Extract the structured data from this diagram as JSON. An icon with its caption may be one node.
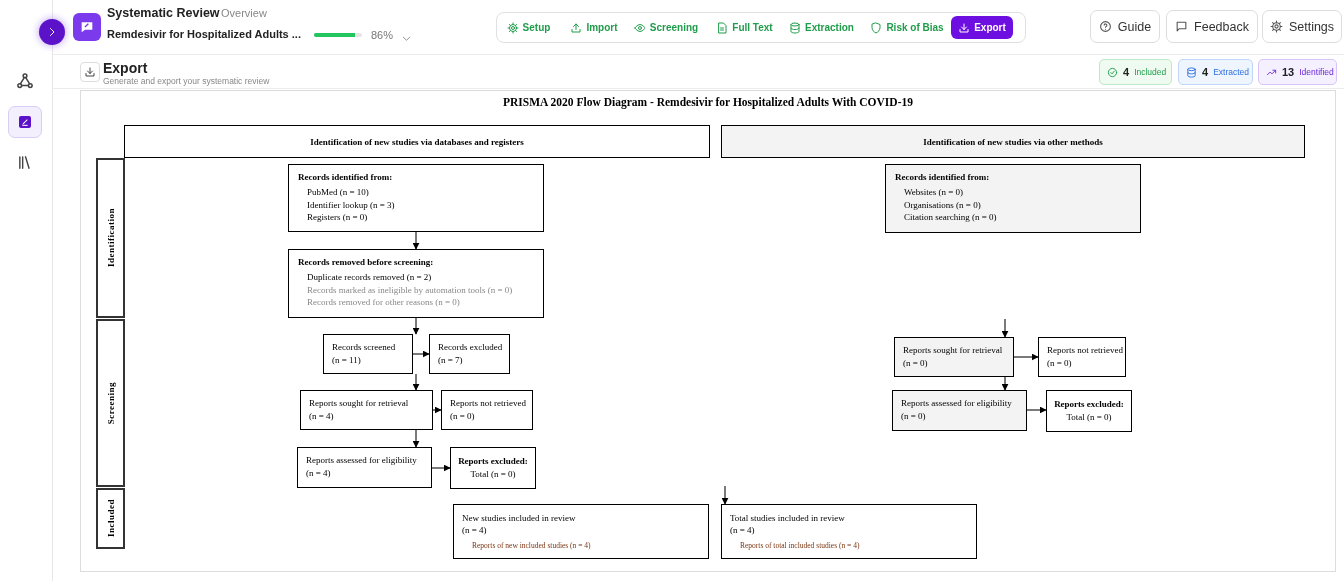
{
  "diagram": {
    "title": "PRISMA 2020 Flow Diagram - Remdesivir for Hospitalized Adults With COVID-19",
    "nodes": [
      {
        "text": [
          "Identification of new studies via databases and registers"
        ]
      },
      {
        "text": [
          "Identification of new studies via other methods"
        ]
      },
      {
        "text": [
          "Identification"
        ]
      },
      {
        "text": [
          "Screening"
        ]
      },
      {
        "text": [
          "Included"
        ]
      },
      {
        "text": [
          "Records identified from:",
          "PubMed (n = 10)",
          "Identifier lookup (n = 3)",
          "Registers (n = 0)"
        ]
      },
      {
        "text": [
          "Records identified from:",
          "Websites (n = 0)",
          "Organisations (n = 0)",
          "Citation searching (n = 0)"
        ]
      },
      {
        "text": [
          "Records removed before screening:",
          "Duplicate records removed (n = 2)",
          "Records marked as ineligible by automation tools (n = 0)",
          "Records removed for other reasons (n = 0)"
        ]
      },
      {
        "text": [
          "Records screened (n = 11)"
        ]
      },
      {
        "text": [
          "Records excluded (n = 7)"
        ]
      },
      {
        "text": [
          "Reports sought for retrieval (n = 4)"
        ]
      },
      {
        "text": [
          "Reports not retrieved (n = 0)"
        ]
      },
      {
        "text": [
          "Reports sought for retrieval (n = 0)"
        ]
      },
      {
        "text": [
          "Reports not retrieved (n = 0)"
        ]
      },
      {
        "text": [
          "Reports assessed for eligibility (n = 4)"
        ]
      },
      {
        "text": [
          "Reports excluded:",
          "Total (n = 0)"
        ]
      },
      {
        "text": [
          "Reports assessed for eligibility (n = 0)"
        ]
      },
      {
        "text": [
          "Reports excluded:",
          "Total (n = 0)"
        ]
      },
      {
        "text": [
          "New studies included in review (n = 4)",
          "Reports of new included studies (n = 4)"
        ]
      },
      {
        "text": [
          "Total studies included in review (n = 4)",
          "Reports of total included studies (n = 4)"
        ]
      }
    ],
    "edges": [
      {
        "from": 5,
        "to": 7,
        "arrow": "to"
      },
      {
        "from": 7,
        "to": 8,
        "arrow": "to"
      },
      {
        "from": 8,
        "to": 9,
        "arrow": "to"
      },
      {
        "from": 8,
        "to": 10,
        "arrow": "to"
      },
      {
        "from": 10,
        "to": 11,
        "arrow": "to"
      },
      {
        "from": 10,
        "to": 14,
        "arrow": "to"
      },
      {
        "from": 14,
        "to": 15,
        "arrow": "to"
      },
      {
        "from": null,
        "to": 12,
        "arrow": "to"
      },
      {
        "from": 12,
        "to": 13,
        "arrow": "to"
      },
      {
        "from": 12,
        "to": 16,
        "arrow": "to"
      },
      {
        "from": 16,
        "to": 17,
        "arrow": "to"
      },
      {
        "from": null,
        "to": 19,
        "arrow": "to"
      }
    ],
    "labels": [
      "Systematic Review",
      "Overview",
      "Remdesivir for Hospitalized Adults ...",
      "86%",
      "Setup",
      "Import",
      "Screening",
      "Full Text",
      "Extraction",
      "Risk of Bias",
      "Export",
      "Guide",
      "Feedback",
      "Settings",
      "Export",
      "Generate and export your systematic review",
      "4",
      "Included",
      "4",
      "Extracted",
      "13",
      "Identified"
    ]
  }
}
